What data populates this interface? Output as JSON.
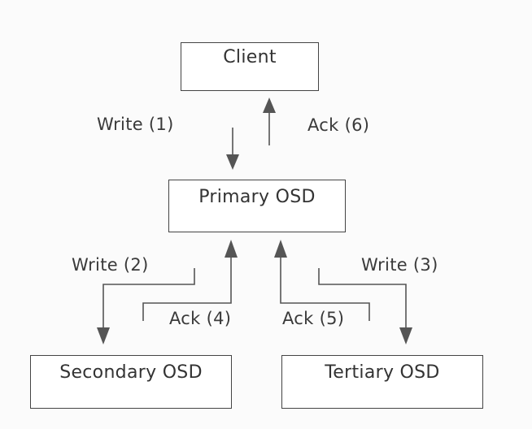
{
  "nodes": {
    "client": "Client",
    "primary": "Primary OSD",
    "secondary": "Secondary OSD",
    "tertiary": "Tertiary OSD"
  },
  "labels": {
    "write1": "Write (1)",
    "ack6": "Ack (6)",
    "write2": "Write (2)",
    "ack4": "Ack (4)",
    "ack5": "Ack (5)",
    "write3": "Write (3)"
  },
  "colors": {
    "line": "#555555",
    "box_border": "#444444",
    "text": "#333333"
  }
}
